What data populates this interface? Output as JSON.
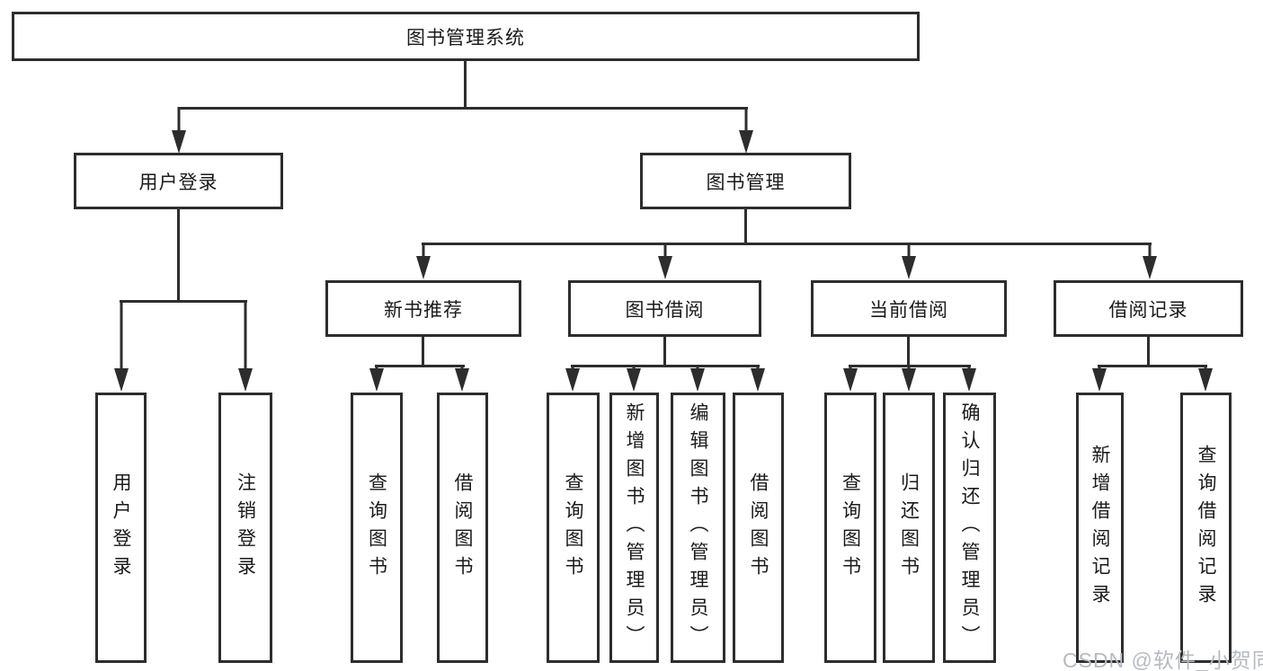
{
  "diagram": {
    "root": {
      "label": "图书管理系统"
    },
    "branches": [
      {
        "label": "用户登录",
        "children": [
          {
            "label": "用户登录"
          },
          {
            "label": "注销登录"
          }
        ]
      },
      {
        "label": "图书管理",
        "children": [
          {
            "label": "新书推荐",
            "children": [
              {
                "label": "查询图书"
              },
              {
                "label": "借阅图书"
              }
            ]
          },
          {
            "label": "图书借阅",
            "children": [
              {
                "label": "查询图书"
              },
              {
                "label": "新增图书（管理员）"
              },
              {
                "label": "编辑图书（管理员）"
              },
              {
                "label": "借阅图书"
              }
            ]
          },
          {
            "label": "当前借阅",
            "children": [
              {
                "label": "查询图书"
              },
              {
                "label": "归还图书"
              },
              {
                "label": "确认归还（管理员）"
              }
            ]
          },
          {
            "label": "借阅记录",
            "children": [
              {
                "label": "新增借阅记录"
              },
              {
                "label": "查询借阅记录"
              }
            ]
          }
        ]
      }
    ]
  },
  "colors": {
    "line": "#2d2d2d",
    "text": "#1a1a1a",
    "watermark": "#b5bbc0",
    "background": "#ffffff"
  },
  "watermark": "CSDN @软件_小贺同学"
}
